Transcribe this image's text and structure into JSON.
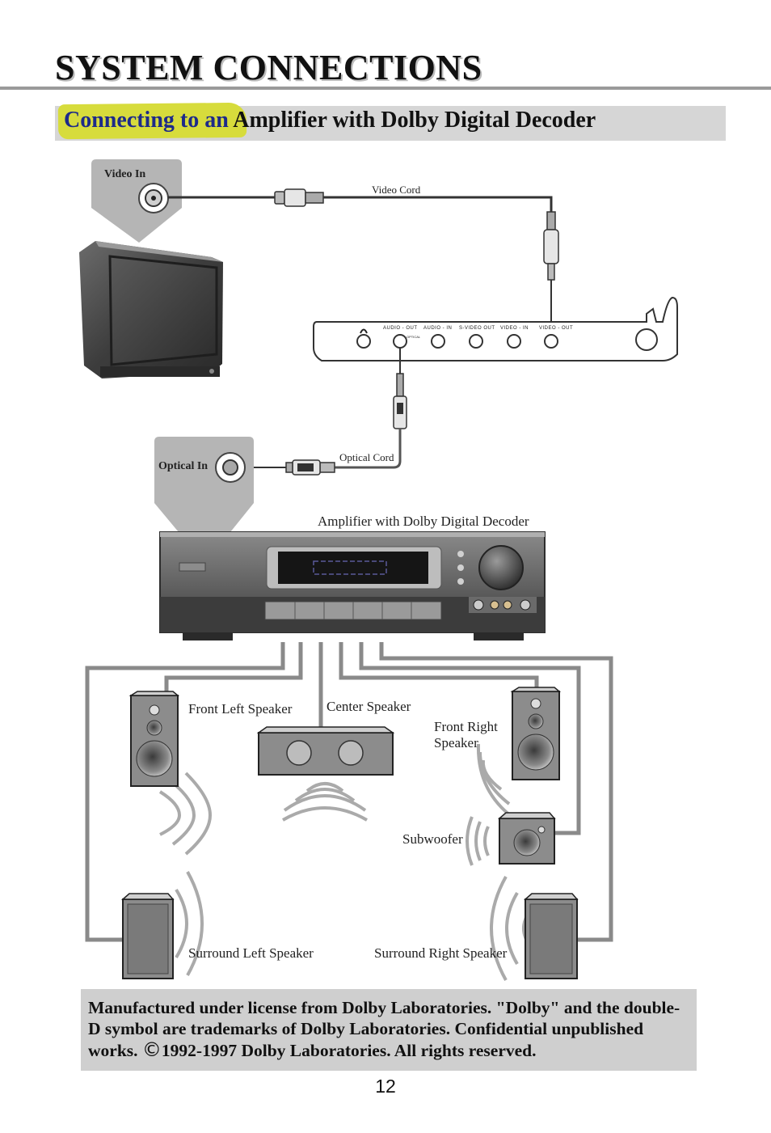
{
  "header": {
    "title": "SYSTEM CONNECTIONS"
  },
  "section": {
    "title_highlight": "Connecting to an",
    "title_rest": " Amplifier with Dolby Digital Decoder"
  },
  "diagram": {
    "tv_port_label": "Video In",
    "video_cord_label": "Video Cord",
    "player_panel_labels": [
      "AUDIO - OUT",
      "AUDIO - IN",
      "S-VIDEO OUT",
      "VIDEO - IN",
      "VIDEO - OUT"
    ],
    "player_optical_label": "OPTICAL",
    "optical_cord_label": "Optical Cord",
    "amp_port_label": "Optical In",
    "amplifier_label": "Amplifier with Dolby Digital Decoder",
    "speakers": {
      "front_left": "Front Left Speaker",
      "center": "Center Speaker",
      "front_right_line1": "Front Right",
      "front_right_line2": "Speaker",
      "subwoofer": "Subwoofer",
      "surround_left": "Surround Left Speaker",
      "surround_right": "Surround Right Speaker"
    }
  },
  "notice": {
    "text_before": "Manufactured under license from Dolby Laboratories. \"Dolby\" and the double-D symbol are trademarks of Dolby Laboratories. Confidential unpublished works. ",
    "copyright_symbol": "©",
    "text_after": "1992-1997 Dolby Laboratories. All rights reserved."
  },
  "footer": {
    "page_number": "12"
  },
  "colors": {
    "highlight": "#d7dc3c",
    "highlight_text": "#1d2a8a",
    "section_bar": "#d6d6d6",
    "notice_box": "#cfcfcf"
  }
}
